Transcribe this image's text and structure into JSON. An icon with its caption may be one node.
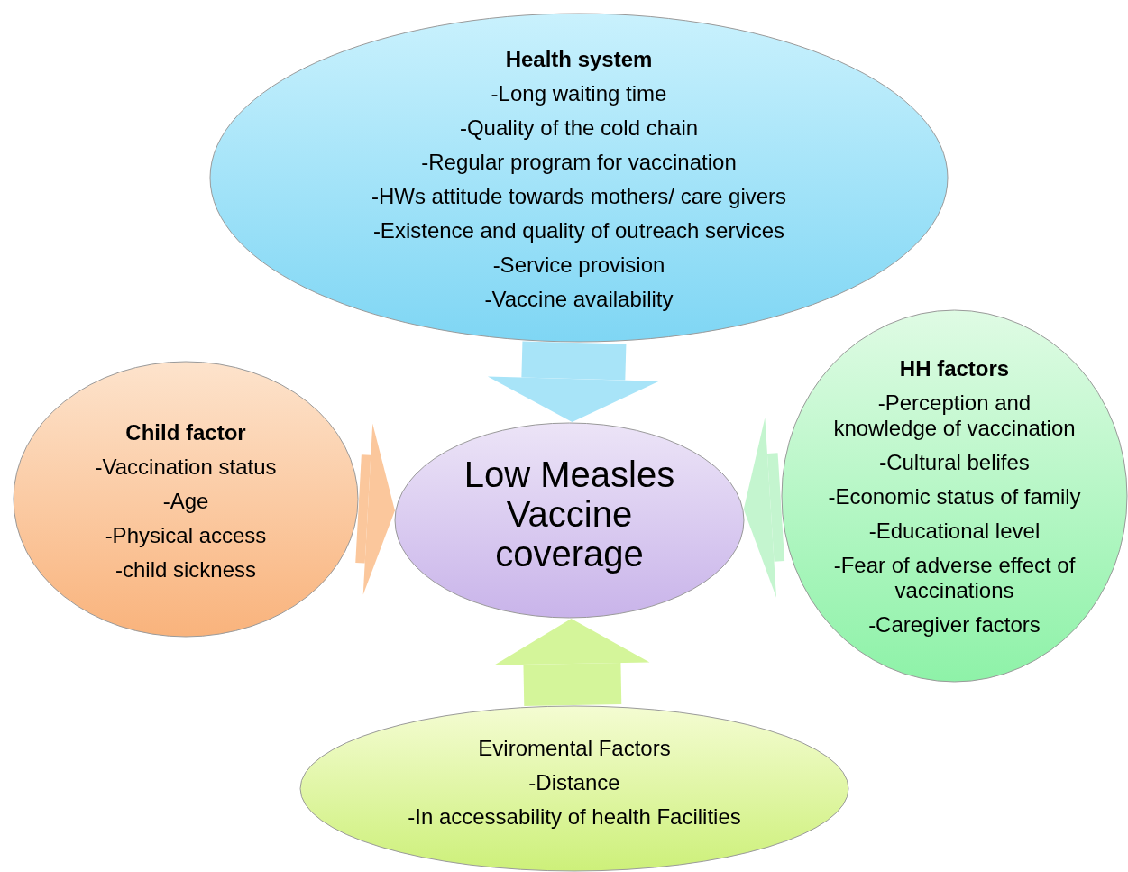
{
  "diagram": {
    "nodes": [
      {
        "text": [
          "Health system",
          "-Long waiting time",
          "-Quality of the cold chain",
          "-Regular program for vaccination",
          "-HWs attitude towards mothers/ care givers",
          "-Existence and quality of outreach services",
          "-Service provision",
          "-Vaccine availability"
        ]
      },
      {
        "text": [
          "Child factor",
          "-Vaccination status",
          "-Age",
          "-Physical access",
          "-child sickness"
        ]
      },
      {
        "text": [
          "Low Measles Vaccine coverage"
        ]
      },
      {
        "text": [
          "HH factors",
          "-Perception and knowledge of vaccination",
          "**-**Cultural belifes",
          "-Economic status of family",
          "-Educational level",
          "-Fear of adverse effect of vaccinations",
          "-Caregiver factors"
        ]
      },
      {
        "text": [
          "Eviromental Factors",
          "-Distance",
          "-In accessability of health Facilities"
        ]
      }
    ],
    "edges": [
      {
        "from": 0,
        "to": 2,
        "arrow": "to",
        "color": "#a8e4f8"
      },
      {
        "from": 1,
        "to": 2,
        "arrow": "to",
        "color": "#fbc79c"
      },
      {
        "from": 3,
        "to": 2,
        "arrow": "to",
        "color": "#c4f5cf"
      },
      {
        "from": 4,
        "to": 2,
        "arrow": "to",
        "color": "#d4f59a"
      }
    ]
  }
}
